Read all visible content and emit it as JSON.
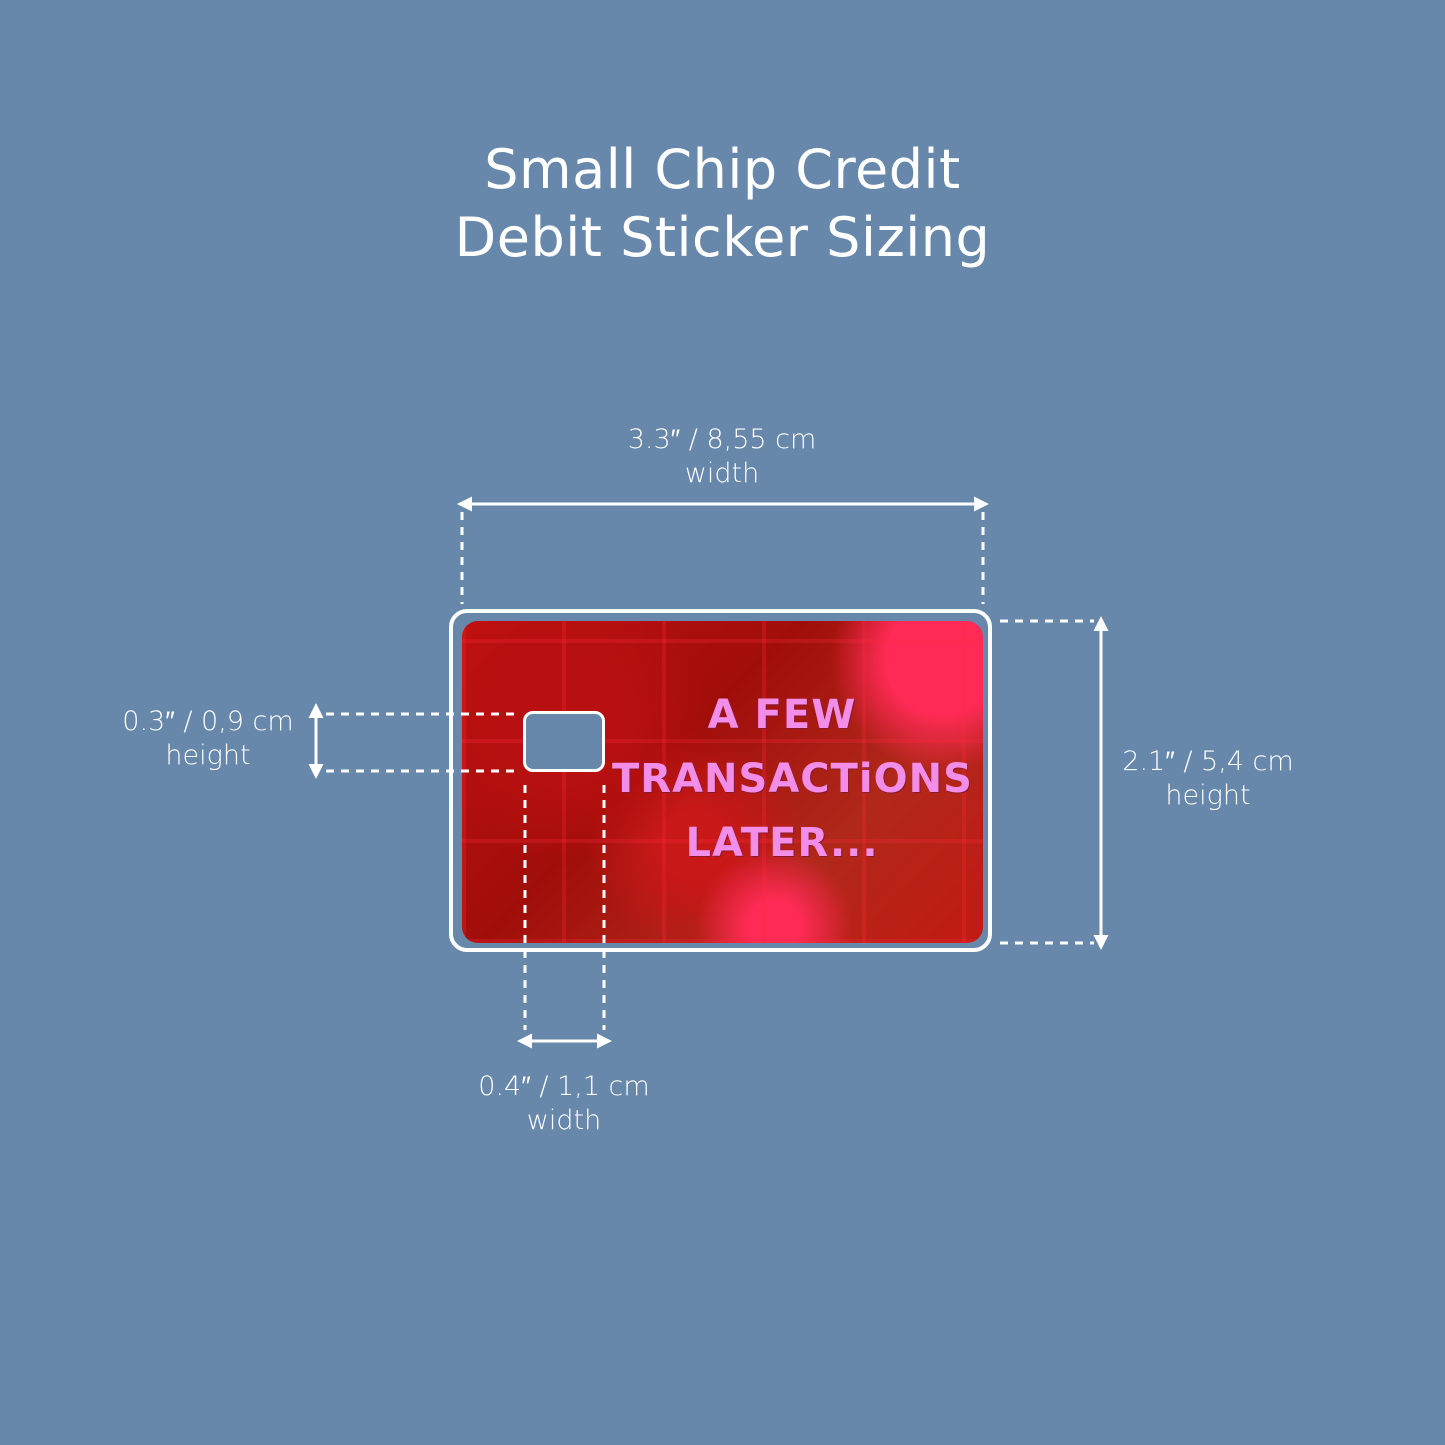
{
  "title": {
    "line1": "Small Chip Credit",
    "line2": "Debit Sticker Sizing"
  },
  "card": {
    "text_line1": "A FEW",
    "text_line2": "TRANSACTiONS",
    "text_line3": "LATER...",
    "text_color": "#f28ee8"
  },
  "dimensions": {
    "card_width": {
      "value": "3.3″ / 8,55 cm",
      "label": "width"
    },
    "card_height": {
      "value": "2.1″ / 5,4 cm",
      "label": "height"
    },
    "chip_height": {
      "value": "0.3″ / 0,9 cm",
      "label": "height"
    },
    "chip_width": {
      "value": "0.4″ / 1,1 cm",
      "label": "width"
    }
  },
  "colors": {
    "background": "#6788ab",
    "lines": "#ffffff"
  }
}
